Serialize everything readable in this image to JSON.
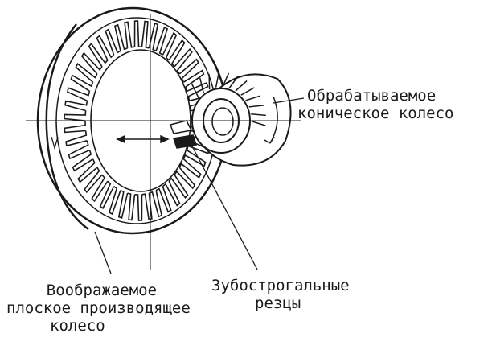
{
  "labels": {
    "workpiece": {
      "line1": "Обрабатываемое",
      "line2": "коническое колесо"
    },
    "cutters": {
      "line1": "Зубострогальные",
      "line2": "резцы"
    },
    "flat_gear": {
      "line1": "Воображаемое",
      "line2": "плоское производящее",
      "line3": "колесо"
    }
  },
  "colors": {
    "ink": "#1a1a1a",
    "background": "#ffffff"
  }
}
